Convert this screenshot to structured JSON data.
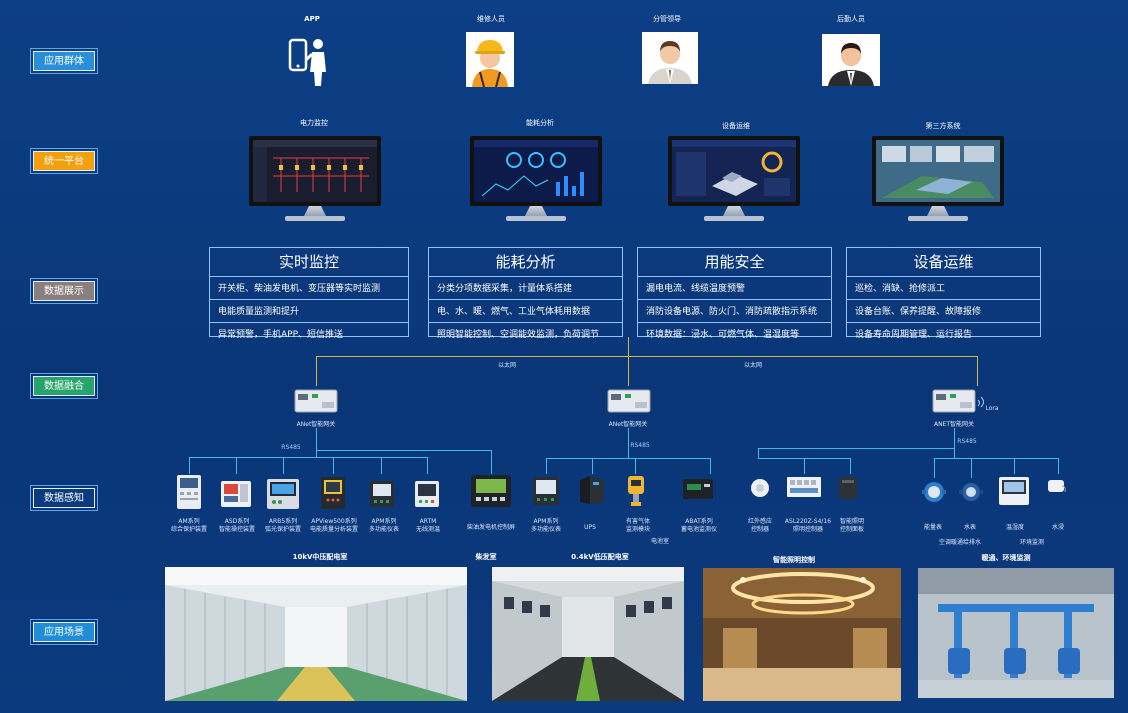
{
  "layers": {
    "user": "应用群体",
    "platform": "统一平台",
    "display": "数据展示",
    "fusion": "数据融合",
    "perception": "数据感知",
    "scenario": "应用场景"
  },
  "users": [
    "APP",
    "维修人员",
    "分管领导",
    "后勤人员"
  ],
  "platforms": [
    "电力监控",
    "能耗分析",
    "设备运维",
    "第三方系统"
  ],
  "display_boxes": [
    {
      "title": "实时监控",
      "rows": [
        "开关柜、柴油发电机、变压器等实时监测",
        "电能质量监测和提升",
        "异常预警，手机APP、短信推送"
      ]
    },
    {
      "title": "能耗分析",
      "rows": [
        "分类分项数据采集，计量体系搭建",
        "电、水、暖、燃气、工业气体耗用数据",
        "照明智能控制、空调能效监测，负荷调节"
      ]
    },
    {
      "title": "用能安全",
      "rows": [
        "漏电电流、线缆温度预警",
        "消防设备电源、防火门、消防疏散指示系统",
        "环境数据：浸水、可燃气体、温湿度等"
      ]
    },
    {
      "title": "设备运维",
      "rows": [
        "巡检、消缺、抢修派工",
        "设备台账、保养提醒、故障报修",
        "设备寿命周期管理、运行报告"
      ]
    }
  ],
  "network": {
    "ethernet_1": "以太网",
    "ethernet_2": "以太网",
    "gateway_1": "ANet智能网关",
    "gateway_2": "ANet智能网关",
    "gateway_3": "ANET智能网关",
    "rs485_1": "RS485",
    "rs485_2": "RS485",
    "rs485_3": "RS485",
    "lora": "Lora"
  },
  "devices": [
    {
      "l1": "AM系列",
      "l2": "综合保护装置"
    },
    {
      "l1": "ASD系列",
      "l2": "智能操控装置"
    },
    {
      "l1": "ARB5系列",
      "l2": "弧光保护装置"
    },
    {
      "l1": "APView500系列",
      "l2": "电能质量分析装置"
    },
    {
      "l1": "APM系列",
      "l2": "多功能仪表"
    },
    {
      "l1": "ARTM",
      "l2": "无线测温"
    },
    {
      "l1": "柴油发电机控制屏",
      "l2": ""
    },
    {
      "l1": "APM系列",
      "l2": "多功能仪表"
    },
    {
      "l1": "UPS",
      "l2": ""
    },
    {
      "l1": "有害气体",
      "l2": "监测模块"
    },
    {
      "l1": "ABAT系列",
      "l2": "蓄电池监测仪"
    },
    {
      "l1": "红外感应",
      "l2": "控制器"
    },
    {
      "l1": "ASL220Z-S4/16",
      "l2": "照明控制器"
    },
    {
      "l1": "智能照明",
      "l2": "控制面板"
    },
    {
      "l1": "能量表",
      "l2": ""
    },
    {
      "l1": "水表",
      "l2": ""
    },
    {
      "l1": "温湿度",
      "l2": ""
    },
    {
      "l1": "水浸",
      "l2": ""
    }
  ],
  "device_groups": {
    "battery_room": "电池室",
    "hvac": "空调暖通给排水",
    "env": "环境监测"
  },
  "scenarios": [
    "10kV中压配电室",
    "柴发室",
    "0.4kV低压配电室",
    "智能照明控制",
    "暖通、环境监测"
  ],
  "colors": {
    "background": "#0b3a7e",
    "trunk_line": "#d9b44a",
    "bus_line": "#42b8f0"
  }
}
